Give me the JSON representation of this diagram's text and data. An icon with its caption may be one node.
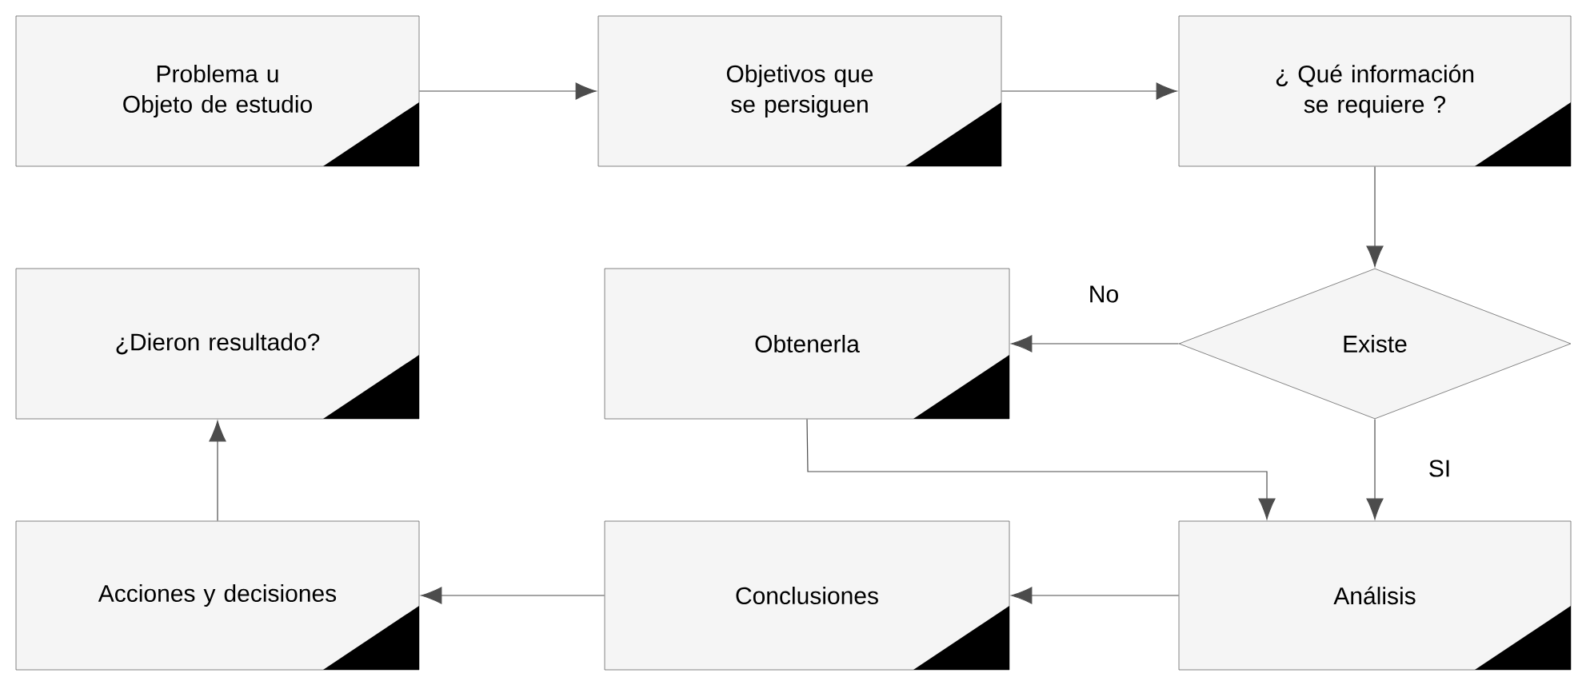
{
  "diagram": {
    "nodes": [
      {
        "text": [
          "Problema u Objeto de estudio"
        ]
      },
      {
        "text": [
          "Objetivos que se persiguen"
        ]
      },
      {
        "text": [
          "¿ Qué información se requiere ?"
        ]
      },
      {
        "text": [
          "¿Dieron resultado?"
        ]
      },
      {
        "text": [
          "Obtenerla"
        ]
      },
      {
        "text": [
          "Existe"
        ]
      },
      {
        "text": [
          "Acciones y decisiones"
        ]
      },
      {
        "text": [
          "Conclusiones"
        ]
      },
      {
        "text": [
          "Análisis"
        ]
      }
    ],
    "edges": [
      {
        "from": 0,
        "to": 1,
        "arrow": "to"
      },
      {
        "from": 1,
        "to": 2,
        "arrow": "to"
      },
      {
        "from": 2,
        "to": 5,
        "arrow": "to"
      },
      {
        "from": 5,
        "to": 4,
        "arrow": "to",
        "label": "No"
      },
      {
        "from": 5,
        "to": 8,
        "arrow": "to",
        "label": "SI"
      },
      {
        "from": 4,
        "to": 8,
        "arrow": "to"
      },
      {
        "from": 8,
        "to": 7,
        "arrow": "to"
      },
      {
        "from": 7,
        "to": 6,
        "arrow": "to"
      },
      {
        "from": 6,
        "to": 3,
        "arrow": "to"
      }
    ]
  }
}
